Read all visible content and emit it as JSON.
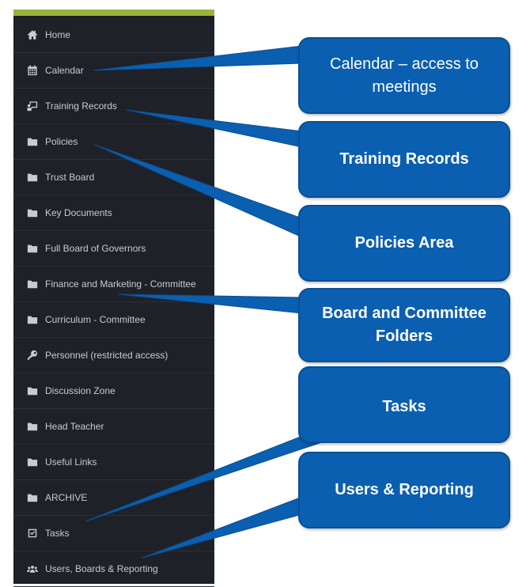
{
  "sidebar": {
    "accent_color": "#9ab43c",
    "items": [
      {
        "label": "Home",
        "icon": "home-icon"
      },
      {
        "label": "Calendar",
        "icon": "calendar-icon"
      },
      {
        "label": "Training Records",
        "icon": "training-records-icon"
      },
      {
        "label": "Policies",
        "icon": "folder-icon"
      },
      {
        "label": "Trust Board",
        "icon": "folder-icon"
      },
      {
        "label": "Key Documents",
        "icon": "folder-icon"
      },
      {
        "label": "Full Board of Governors",
        "icon": "folder-icon"
      },
      {
        "label": "Finance and Marketing - Committee",
        "icon": "folder-icon"
      },
      {
        "label": "Curriculum - Committee",
        "icon": "folder-icon"
      },
      {
        "label": "Personnel (restricted access)",
        "icon": "key-icon"
      },
      {
        "label": "Discussion Zone",
        "icon": "folder-icon"
      },
      {
        "label": "Head Teacher",
        "icon": "folder-icon"
      },
      {
        "label": "Useful Links",
        "icon": "folder-icon"
      },
      {
        "label": "ARCHIVE",
        "icon": "folder-icon"
      },
      {
        "label": "Tasks",
        "icon": "checkbox-icon"
      },
      {
        "label": "Users, Boards & Reporting",
        "icon": "users-icon"
      }
    ]
  },
  "callouts": [
    {
      "text": "Calendar – access to meetings",
      "bold": false
    },
    {
      "text": "Training Records",
      "bold": true
    },
    {
      "text": "Policies Area",
      "bold": true
    },
    {
      "text": "Board and Committee Folders",
      "bold": true
    },
    {
      "text": "Tasks",
      "bold": true
    },
    {
      "text": "Users & Reporting",
      "bold": true
    }
  ],
  "callout_color": "#0b5fb0"
}
